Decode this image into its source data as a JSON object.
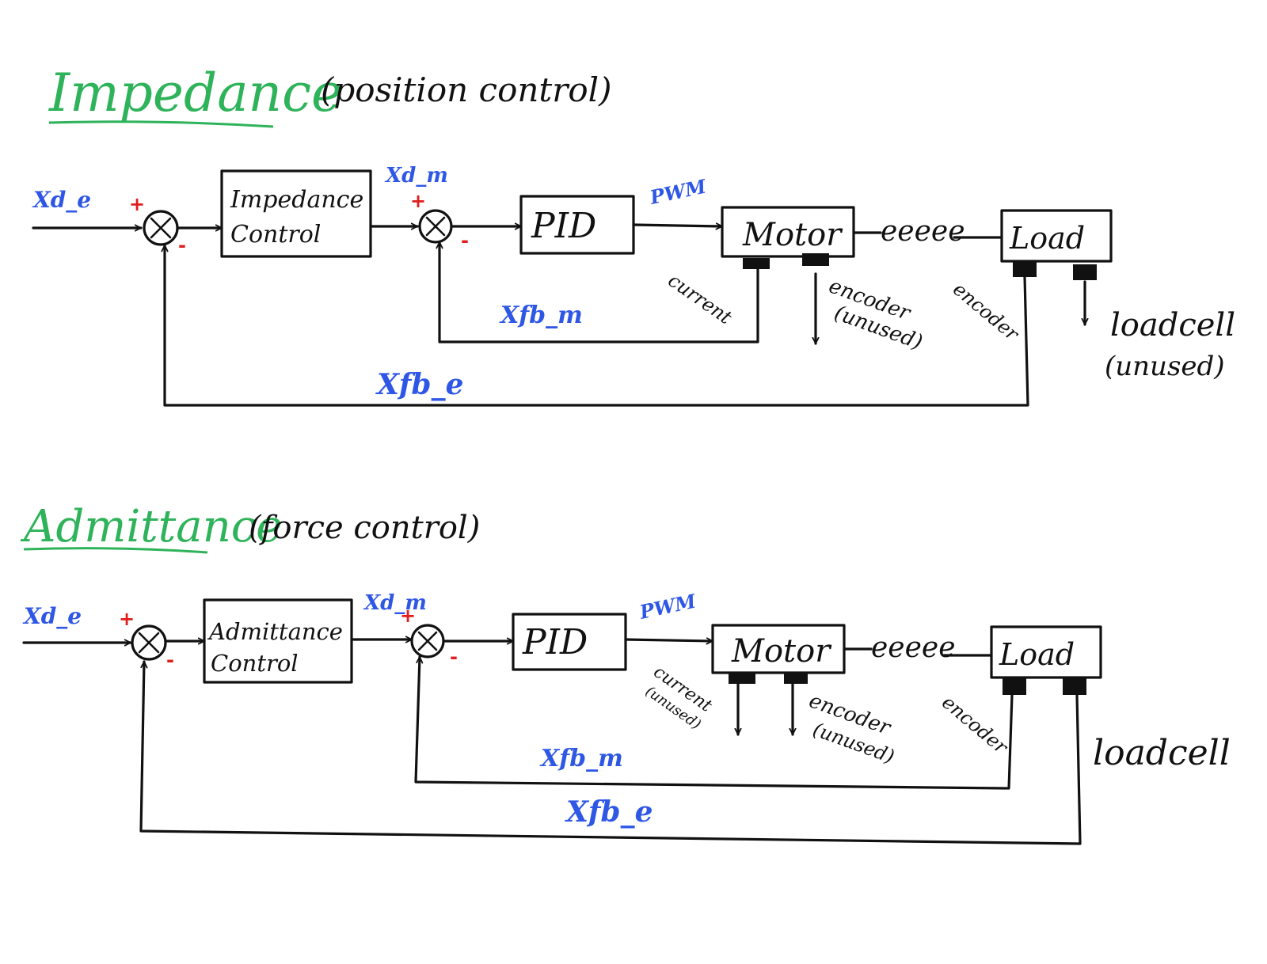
{
  "colors": {
    "ink": "#111111",
    "signal_blue": "#2f57e6",
    "title_green": "#2eb35a",
    "sign_red": "#e11d1d"
  },
  "impedance": {
    "title": "Impedance",
    "subtitle": "(position control)",
    "input_signal": "Xd_e",
    "controller_line1": "Impedance",
    "controller_line2": "Control",
    "motor_setpoint": "Xd_m",
    "pid": "PID",
    "pwm": "PWM",
    "motor": "Motor",
    "spring": "eeeee",
    "load": "Load",
    "current": "current",
    "motor_encoder": "encoder",
    "motor_encoder_note": "(unused)",
    "load_encoder": "encoder",
    "loadcell": "loadcell",
    "loadcell_note": "(unused)",
    "inner_feedback": "Xfb_m",
    "outer_feedback": "Xfb_e",
    "plus": "+",
    "minus": "-"
  },
  "admittance": {
    "title": "Admittance",
    "subtitle": "(force control)",
    "input_signal": "Xd_e",
    "controller_line1": "Admittance",
    "controller_line2": "Control",
    "motor_setpoint": "Xd_m",
    "pid": "PID",
    "pwm": "PWM",
    "motor": "Motor",
    "spring": "eeeee",
    "load": "Load",
    "current": "current",
    "current_note": "(unused)",
    "motor_encoder": "encoder",
    "motor_encoder_note": "(unused)",
    "load_encoder": "encoder",
    "loadcell": "loadcell",
    "inner_feedback": "Xfb_m",
    "outer_feedback": "Xfb_e",
    "plus": "+",
    "minus": "-"
  }
}
